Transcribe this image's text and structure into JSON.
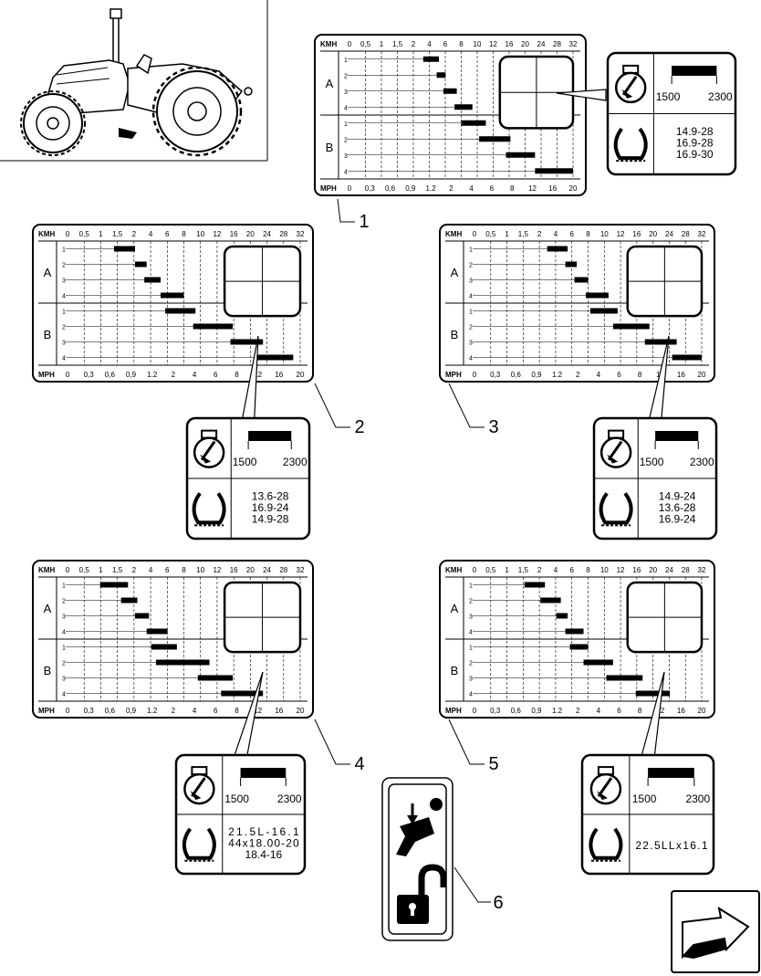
{
  "kmh_label": "KMH",
  "mph_label": "MPH",
  "kmh_ticks": [
    "0",
    "0,5",
    "1",
    "1,5",
    "2",
    "4",
    "6",
    "8",
    "10",
    "12",
    "16",
    "20",
    "24",
    "28",
    "32"
  ],
  "mph_ticks": [
    "0",
    "0,3",
    "0,6",
    "0,9",
    "1.2",
    "2",
    "4",
    "6",
    "8",
    "12",
    "16",
    "20"
  ],
  "range_labels": [
    "A",
    "B"
  ],
  "gear_labels": [
    "1",
    "2",
    "3",
    "4"
  ],
  "rpm_low": "1500",
  "rpm_high": "2300",
  "decals": [
    {
      "callout": "1",
      "tyres": [
        "14.9-28",
        "16.9-28",
        "16.9-30"
      ]
    },
    {
      "callout": "2",
      "tyres": [
        "13.6-28",
        "16.9-24",
        "14.9-28"
      ]
    },
    {
      "callout": "3",
      "tyres": [
        "14.9-24",
        "13.6-28",
        "16.9-24"
      ]
    },
    {
      "callout": "4",
      "tyres": [
        "21.5L-16.1",
        "44x18.00-20",
        "18.4-16"
      ]
    },
    {
      "callout": "5",
      "tyres": [
        "22.5LLx16.1"
      ]
    }
  ],
  "callout_6": "6",
  "icons": [
    "tractor-illustration",
    "engine-rpm-icon",
    "tyre-icon",
    "seat-recline-icon",
    "padlock-unlocked-icon",
    "next-page-arrow-icon"
  ]
}
